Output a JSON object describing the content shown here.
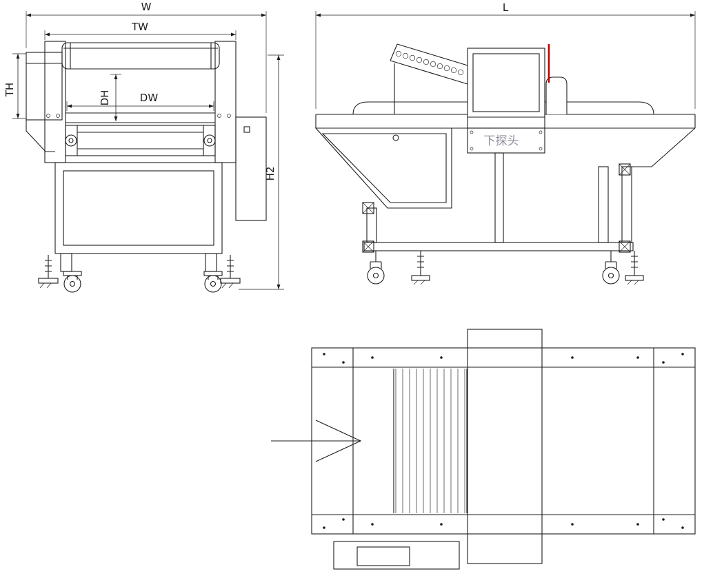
{
  "drawing": {
    "front_view": {
      "dimension_labels": {
        "overall_width": "W",
        "tunnel_width": "TW",
        "tunnel_height": "TH",
        "detect_height": "DH",
        "detect_width": "DW",
        "overall_height": "H2"
      }
    },
    "side_view": {
      "dimension_labels": {
        "overall_length": "L"
      },
      "annotations": {
        "lower_probe": "下探头"
      }
    }
  },
  "colors": {
    "line": "#1c1c1c",
    "accent_red": "#c40000",
    "annotation_text": "#8f8f9f",
    "background": "#ffffff"
  }
}
